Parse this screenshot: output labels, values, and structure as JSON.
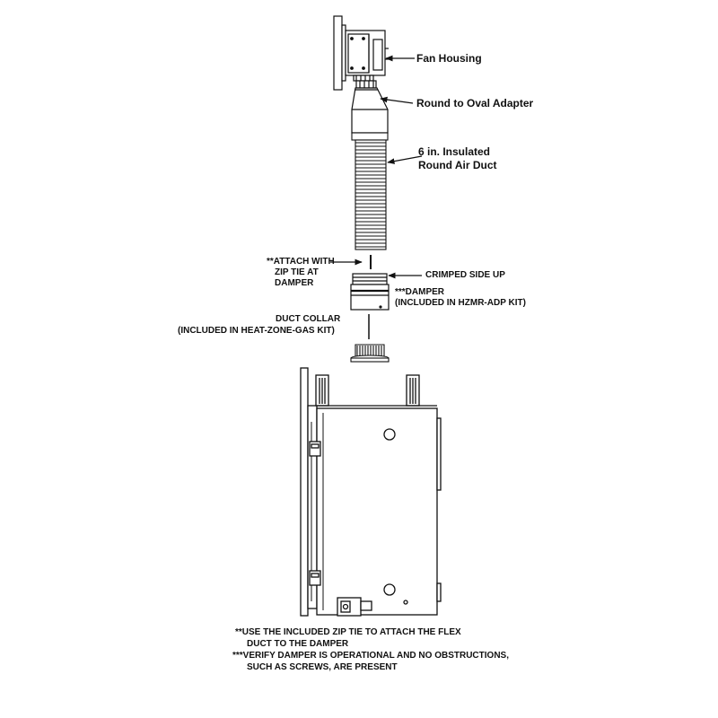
{
  "labels": {
    "fan_housing": "Fan Housing",
    "adapter": "Round to Oval Adapter",
    "duct_line1": "6 in. Insulated",
    "duct_line2": "Round Air Duct",
    "attach_line1": "**ATTACH WITH",
    "attach_line2": "ZIP TIE AT",
    "attach_line3": "DAMPER",
    "crimped": "CRIMPED SIDE UP",
    "damper_line1": "***DAMPER",
    "damper_line2": "(INCLUDED IN HZMR-ADP KIT)",
    "collar_line1": "DUCT COLLAR",
    "collar_line2": "(INCLUDED IN HEAT-ZONE-GAS KIT)"
  },
  "notes": {
    "line1": "**USE THE INCLUDED ZIP TIE TO ATTACH THE FLEX",
    "line2": "DUCT TO THE DAMPER",
    "line3": "***VERIFY DAMPER IS OPERATIONAL AND NO OBSTRUCTIONS,",
    "line4": "SUCH AS SCREWS, ARE PRESENT"
  }
}
